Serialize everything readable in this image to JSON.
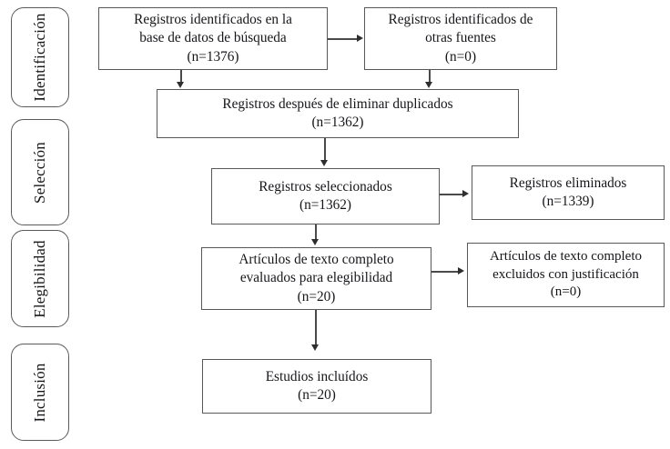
{
  "diagram": {
    "type": "prisma-flow-diagram",
    "language": "es",
    "colors": {
      "background": "#ffffff",
      "box_border": "#585858",
      "stage_border": "#5a5a5a",
      "connector": "#4a4a4a",
      "text": "#16161a"
    },
    "stages": [
      {
        "id": "identificacion",
        "label": "Identificación"
      },
      {
        "id": "seleccion",
        "label": "Selección"
      },
      {
        "id": "elegibilidad",
        "label": "Elegibilidad"
      },
      {
        "id": "inclusion",
        "label": "Inclusión"
      }
    ],
    "boxes": [
      {
        "id": "records-identified-database",
        "text": "Registros identificados en la\nbase de datos de búsqueda\n(n=1376)",
        "count": 1376
      },
      {
        "id": "records-identified-other-sources",
        "text": "Registros identificados de\notras fuentes\n(n=0)",
        "count": 0
      },
      {
        "id": "records-after-duplicates-removed",
        "text": "Registros después de eliminar duplicados\n(n=1362)",
        "count": 1362
      },
      {
        "id": "records-screened",
        "text": "Registros seleccionados\n(n=1362)",
        "count": 1362
      },
      {
        "id": "records-excluded",
        "text": "Registros eliminados\n(n=1339)",
        "count": 1339
      },
      {
        "id": "full-text-assessed",
        "text": "Artículos de texto completo\nevaluados para elegibilidad\n(n=20)",
        "count": 20
      },
      {
        "id": "full-text-excluded",
        "text": "Artículos de texto completo\nexcluidos con justificación\n(n=0)",
        "count": 0
      },
      {
        "id": "studies-included",
        "text": "Estudios incluídos\n(n=20)",
        "count": 20
      }
    ]
  }
}
